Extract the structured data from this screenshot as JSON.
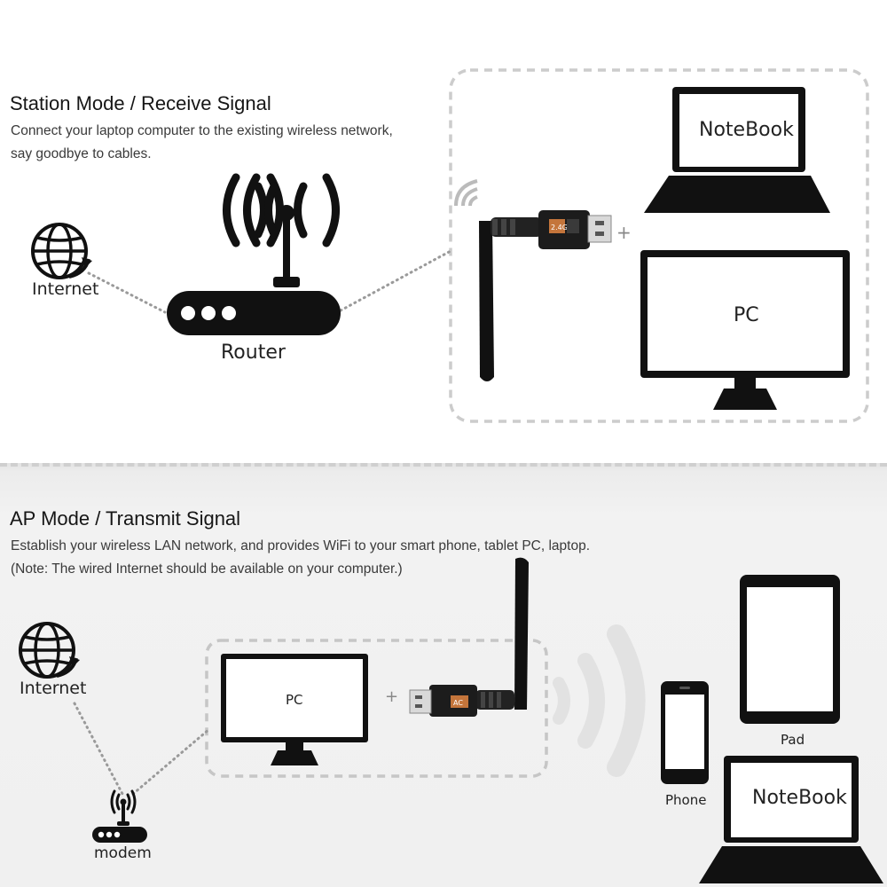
{
  "station": {
    "title": "Station Mode / Receive Signal",
    "desc_line1": "Connect your laptop computer to the existing wireless network,",
    "desc_line2": "say goodbye to cables.",
    "internet_label": "Internet",
    "router_label": "Router",
    "notebook_label": "NoteBook",
    "pc_label": "PC",
    "plus": "+"
  },
  "ap": {
    "title": "AP Mode / Transmit Signal",
    "desc_line1": "Establish your wireless LAN network, and provides WiFi to your smart phone, tablet PC, laptop.",
    "desc_line2": "(Note: The wired Internet should be available on your computer.)",
    "internet_label": "Internet",
    "modem_label": "modem",
    "pc_label": "PC",
    "plus": "+",
    "pad_label": "Pad",
    "phone_label": "Phone",
    "notebook_label": "NoteBook"
  },
  "adapter": {
    "badge_top": "2.4G",
    "badge_bottom": "AC"
  },
  "icons": [
    "globe-icon",
    "router-icon",
    "usb-wifi-adapter-icon",
    "laptop-icon",
    "monitor-icon",
    "tablet-icon",
    "phone-icon",
    "wifi-waves-icon"
  ],
  "colors": {
    "device": "#111111",
    "dotted_line": "#9a9a9a",
    "dashed_box": "#cccccc",
    "wave": "#e2e2e2",
    "section_bg": "#f0f0f0"
  }
}
